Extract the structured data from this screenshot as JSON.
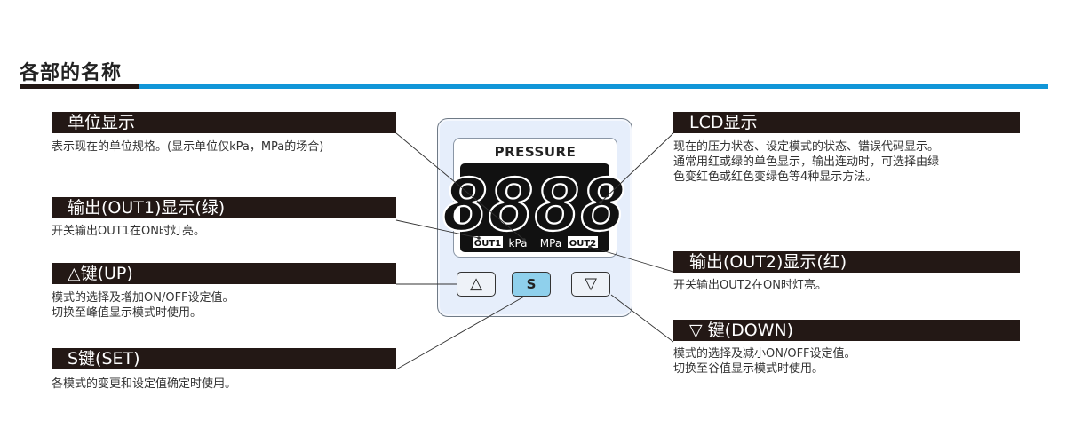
{
  "section_title": "各部的名称",
  "device": {
    "lcd_header": "PRESSURE",
    "digits": "8888",
    "out1": "OUT1",
    "unit_kpa": "kPa",
    "unit_mpa": "MPa",
    "out2": "OUT2",
    "button_up": "△",
    "button_set": "S",
    "button_down": "▽"
  },
  "callouts": {
    "unit_display": {
      "label": "单位显示",
      "description": "表示现在的单位规格。(显示单位仅kPa，MPa的场合)"
    },
    "out1_display": {
      "label": "输出(OUT1)显示(绿)",
      "description": "开关输出OUT1在ON时灯亮。"
    },
    "up_key": {
      "label": "△键(UP)",
      "description": "模式的选择及增加ON/OFF设定值。\n切换至峰值显示模式时使用。"
    },
    "set_key": {
      "label": "S键(SET)",
      "description": "各模式的变更和设定值确定时使用。"
    },
    "lcd_display": {
      "label": "LCD显示",
      "description": "现在的压力状态、设定模式的状态、错误代码显示。\n通常用红或绿的单色显示，输出连动时，可选择由绿\n色变红色或红色变绿色等4种显示方法。"
    },
    "out2_display": {
      "label": "输出(OUT2)显示(红)",
      "description": "开关输出OUT2在ON时灯亮。"
    },
    "down_key": {
      "label": "▽ 键(DOWN)",
      "description": "模式的选择及减小ON/OFF设定值。\n切换至谷值显示模式时使用。"
    }
  },
  "colors": {
    "label_bg": "#231815",
    "accent_blue": "#1196d8",
    "device_bg": "#e6eefb",
    "set_button": "#8fd0ec"
  }
}
